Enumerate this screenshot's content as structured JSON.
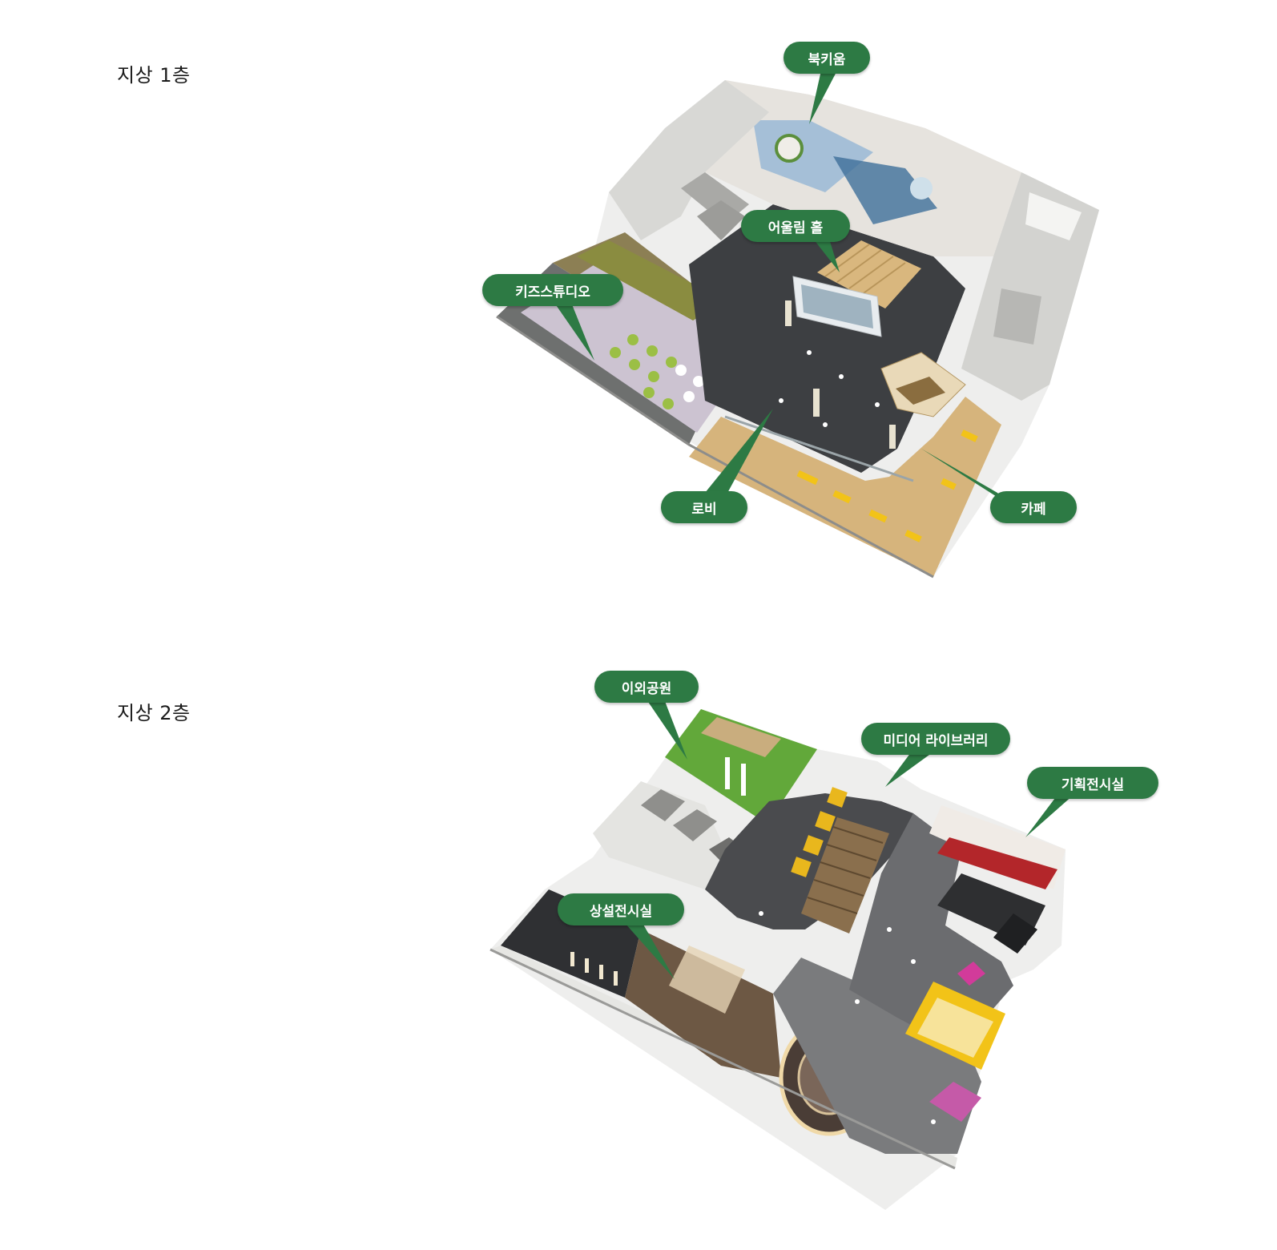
{
  "floors": [
    {
      "title": "지상 1층",
      "labels": {
        "bookiroom": "북키움",
        "hall": "어울림 홀",
        "kids_studio": "키즈스튜디오",
        "lobby": "로비",
        "cafe": "카페"
      }
    },
    {
      "title": "지상 2층",
      "labels": {
        "outdoor_park": "이외공원",
        "media_library": "미디어 라이브러리",
        "special_exhibition": "기획전시실",
        "permanent_exhibition": "상설전시실"
      }
    }
  ],
  "colors": {
    "label_bg": "#2d7a44",
    "label_text": "#ffffff",
    "floor_dark": "#3d3f42",
    "floor_wood": "#d6b47c",
    "grass": "#62a83a",
    "wall": "#f2f2ef",
    "accent_yellow": "#f2c318",
    "accent_red": "#b3262a"
  }
}
